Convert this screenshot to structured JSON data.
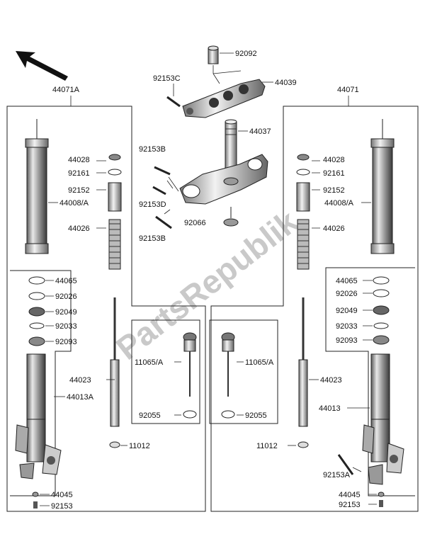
{
  "watermark": "PartsRepublik",
  "labels": {
    "l_44071A": "44071A",
    "l_44071": "44071",
    "l_92092": "92092",
    "l_92153C": "92153C",
    "l_44039": "44039",
    "l_44037": "44037",
    "l_92153B_a": "92153B",
    "l_92153D": "92153D",
    "l_92153B_b": "92153B",
    "l_92066": "92066",
    "L_44028": "44028",
    "L_92161": "92161",
    "L_92152": "92152",
    "L_44008A": "44008/A",
    "L_44026": "44026",
    "L_44065": "44065",
    "L_92026": "92026",
    "L_92049": "92049",
    "L_92033": "92033",
    "L_92093": "92093",
    "L_44023": "44023",
    "L_44013A": "44013A",
    "L_11065A": "11065/A",
    "L_92055": "92055",
    "L_11012": "11012",
    "L_44045": "44045",
    "L_92153": "92153",
    "R_44028": "44028",
    "R_92161": "92161",
    "R_92152": "92152",
    "R_44008A": "44008/A",
    "R_44026": "44026",
    "R_44065": "44065",
    "R_92026": "92026",
    "R_92049": "92049",
    "R_92033": "92033",
    "R_92093": "92093",
    "R_44023": "44023",
    "R_44013": "44013",
    "R_11065A": "11065/A",
    "R_92055": "92055",
    "R_11012": "11012",
    "R_92153A": "92153A",
    "R_44045": "44045",
    "R_92153": "92153"
  }
}
